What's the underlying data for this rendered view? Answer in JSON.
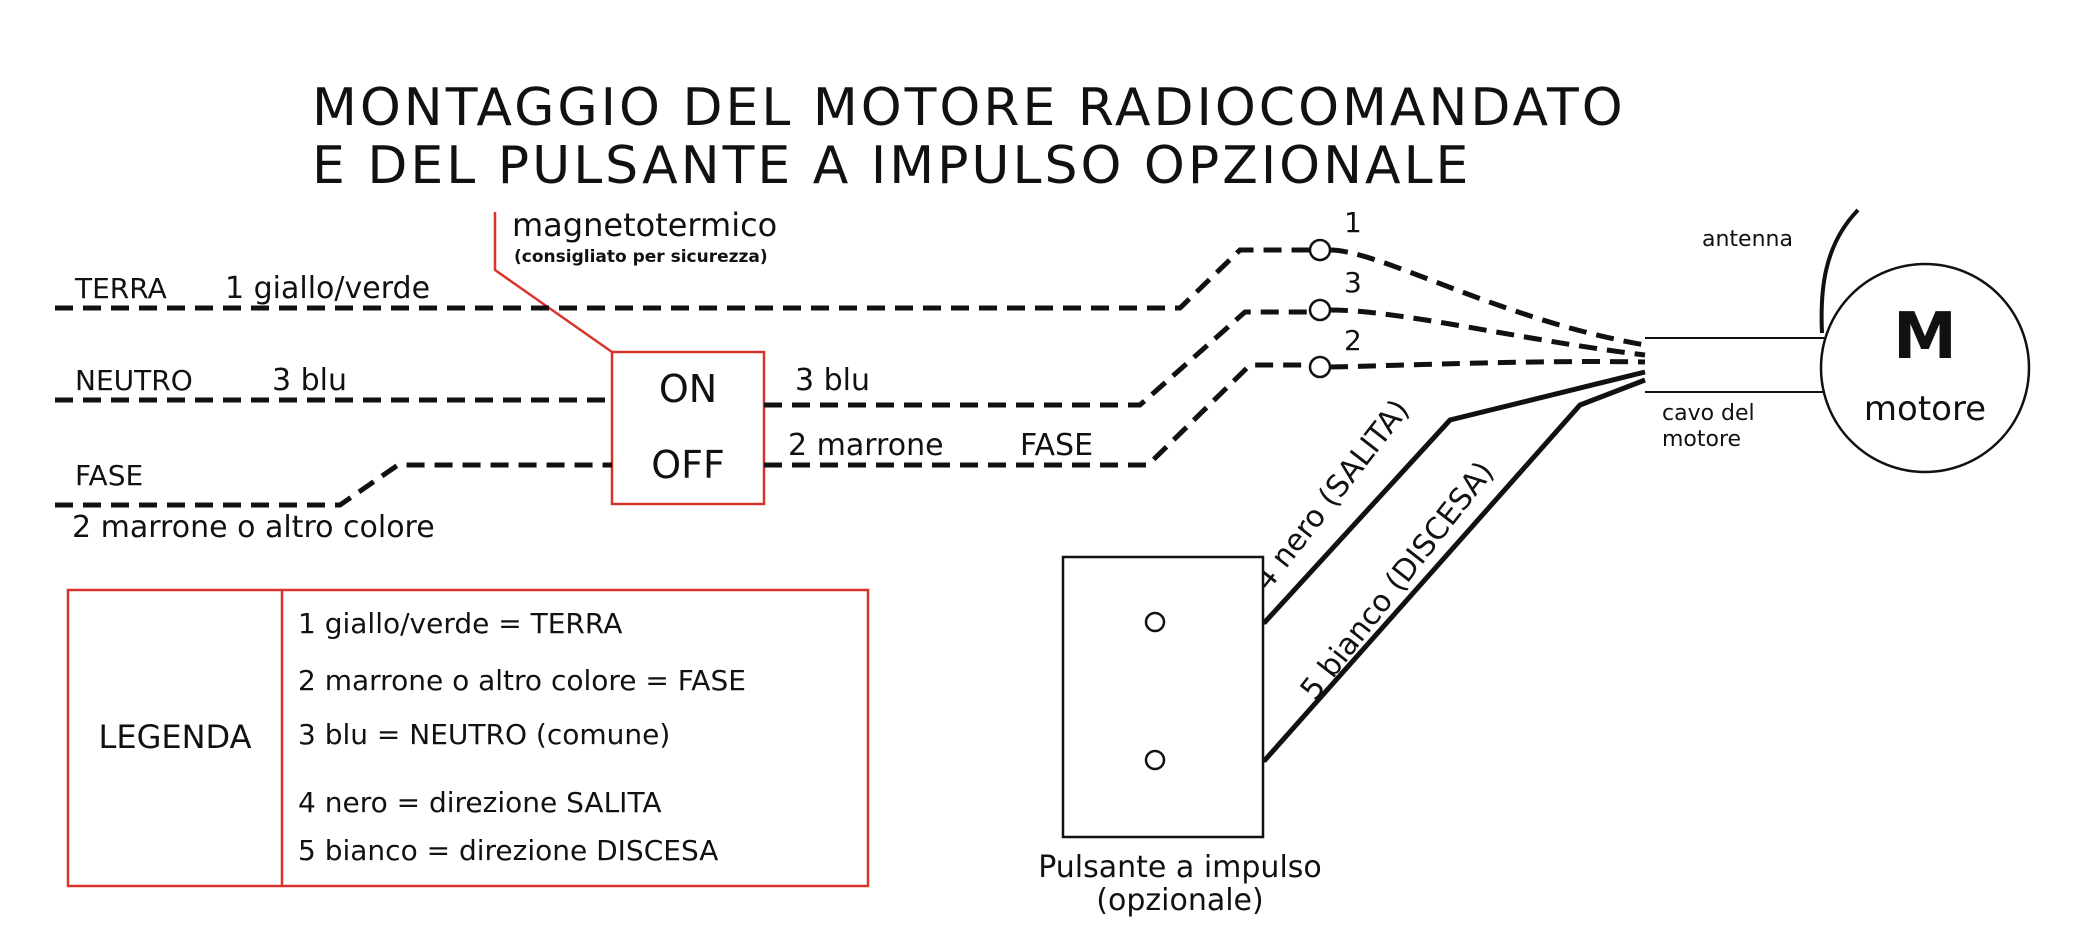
{
  "title": {
    "line1": "MONTAGGIO DEL MOTORE RADIOCOMANDATO",
    "line2": "E DEL PULSANTE A IMPULSO OPZIONALE"
  },
  "breaker": {
    "label": "magnetotermico",
    "note": "(consigliato per sicurezza)",
    "on_label": "ON",
    "off_label": "OFF"
  },
  "mains": {
    "terra": "TERRA",
    "terra_wire": "1 giallo/verde",
    "neutro": "NEUTRO",
    "neutro_wire": "3 blu",
    "fase": "FASE",
    "fase_wire": "2 marrone o altro colore"
  },
  "output": {
    "neutro_wire": "3 blu",
    "fase_wire": "2 marrone",
    "fase": "FASE"
  },
  "terminals": {
    "t1": "1",
    "t3": "3",
    "t2": "2"
  },
  "wires": {
    "salita": "4 nero (SALITA)",
    "discesa": "5 bianco (DISCESA)"
  },
  "motor": {
    "letter": "M",
    "label": "motore",
    "antenna": "antenna",
    "cable_line1": "cavo del",
    "cable_line2": "motore"
  },
  "push_button": {
    "line1": "Pulsante a impulso",
    "line2": "(opzionale)"
  },
  "legend": {
    "title": "LEGENDA",
    "items": [
      "1  giallo/verde = TERRA",
      "2  marrone o altro colore = FASE",
      "3  blu = NEUTRO (comune)",
      "4  nero = direzione  SALITA",
      "5  bianco = direzione  DISCESA"
    ]
  },
  "colors": {
    "accent_red": "#d9342b",
    "line": "#111111"
  }
}
